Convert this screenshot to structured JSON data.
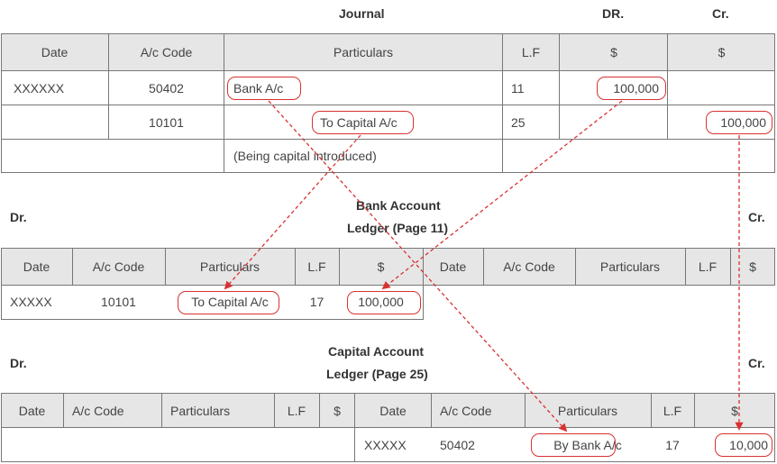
{
  "journal": {
    "title": "Journal",
    "dr_label": "DR.",
    "cr_label": "Cr.",
    "headers": [
      "Date",
      "A/c Code",
      "Particulars",
      "L.F",
      "$",
      "$"
    ],
    "rows": [
      {
        "date": "XXXXXX",
        "code": "50402",
        "particulars": "Bank A/c",
        "lf": "11",
        "dr": "100,000",
        "cr": ""
      },
      {
        "date": "",
        "code": "10101",
        "particulars": "To Capital A/c",
        "lf": "25",
        "dr": "",
        "cr": "100,000"
      },
      {
        "date": "",
        "code": "",
        "particulars": "(Being capital introduced)",
        "lf": "",
        "dr": "",
        "cr": ""
      }
    ]
  },
  "bank_ledger": {
    "title": "Bank Account",
    "subtitle": "Ledger (Page 11)",
    "dr_label": "Dr.",
    "cr_label": "Cr.",
    "headers": [
      "Date",
      "A/c Code",
      "Particulars",
      "L.F",
      "$",
      "Date",
      "A/c Code",
      "Particulars",
      "L.F",
      "$"
    ],
    "row": {
      "date": "XXXXX",
      "code": "10101",
      "particulars": "To Capital A/c",
      "lf": "17",
      "amount": "100,000"
    }
  },
  "capital_ledger": {
    "title": "Capital Account",
    "subtitle": "Ledger (Page 25)",
    "dr_label": "Dr.",
    "cr_label": "Cr.",
    "headers": [
      "Date",
      "A/c Code",
      "Particulars",
      "L.F",
      "$",
      "Date",
      "A/c Code",
      "Particulars",
      "L.F",
      "$"
    ],
    "row": {
      "date": "XXXXX",
      "code": "50402",
      "particulars": "By Bank A/c",
      "lf": "17",
      "amount": "10,000"
    }
  },
  "colors": {
    "header_bg": "#e6e6e6",
    "highlight": "#d93131",
    "grid": "#777777"
  }
}
